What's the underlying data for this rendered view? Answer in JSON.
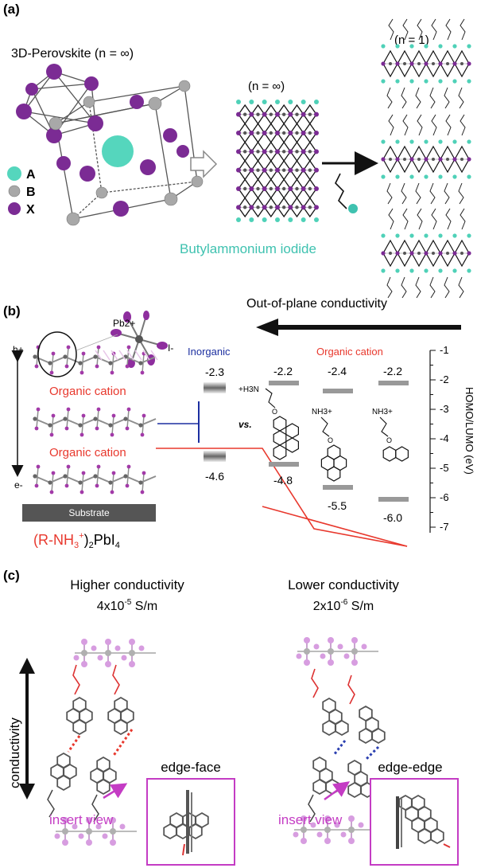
{
  "panel_a": {
    "label": "(a)",
    "title_3d": "3D-Perovskite (n = ∞)",
    "title_inf": "(n = ∞)",
    "title_n1": "(n = 1)",
    "legend": {
      "a": "A",
      "b": "B",
      "x": "X"
    },
    "reagent": "Butylammonium iodide",
    "colors": {
      "x_purple": "#7b2b94",
      "a_teal": "#4fd1b8",
      "b_gray": "#a0a0a0",
      "reagent_teal": "#3fc2b0"
    }
  },
  "panel_b": {
    "label": "(b)",
    "pb_label": "Pb2+",
    "i_label": "I-",
    "h_label": "h+",
    "e_label": "e-",
    "organic_cation_1": "Organic cation",
    "organic_cation_2": "Organic cation",
    "substrate": "Substrate",
    "formula_r": "(R-NH",
    "formula_sup": "3",
    "formula_plus": "+",
    "formula_rest": ")2PbI4",
    "arrow_title": "Out-of-plane conductivity",
    "inorganic_label": "Inorganic",
    "organic_label": "Organic cation",
    "vs_label": "vs.",
    "inorganic_levels": {
      "top": "-2.3",
      "bottom": "-4.6"
    },
    "organic_levels": [
      {
        "top": "-2.2",
        "bottom": "-4.8"
      },
      {
        "top": "-2.4",
        "bottom": "-5.5"
      },
      {
        "top": "-2.2",
        "bottom": "-6.0"
      }
    ],
    "amine_labels": [
      "+H3N",
      "NH3+",
      "NH3+"
    ],
    "axis": {
      "title": "HOMO/LUMO (eV)",
      "ticks": [
        "-1",
        "-2",
        "-3",
        "-4",
        "-5",
        "-6",
        "-7"
      ]
    }
  },
  "panel_c": {
    "label": "(c)",
    "left_title": "Higher conductivity",
    "left_value": "4x10-5 S/m",
    "right_title": "Lower conductivity",
    "right_value": "2x10-6 S/m",
    "axis_label": "conductivity",
    "insert_view": "insert view",
    "edge_face": "edge-face",
    "edge_edge": "edge-edge"
  }
}
